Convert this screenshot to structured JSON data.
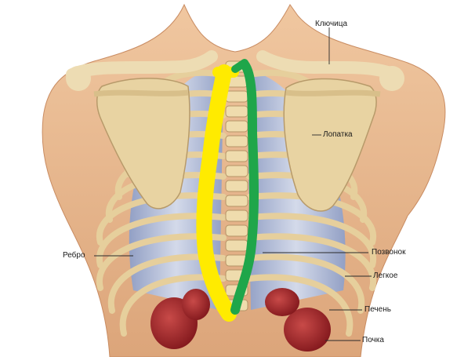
{
  "labels": {
    "clavicle": "Ключица",
    "scapula": "Лопатка",
    "rib": "Ребро",
    "vertebra": "Позвонок",
    "lung": "Легкое",
    "liver": "Печень",
    "kidney": "Почка"
  },
  "colors": {
    "skin": "#e8b98f",
    "bone": "#efdcad",
    "lung": "#b9c6e2",
    "kidney": "#a3262b",
    "yellow_marker": "#ffeb00",
    "green_marker": "#1fa64a"
  }
}
